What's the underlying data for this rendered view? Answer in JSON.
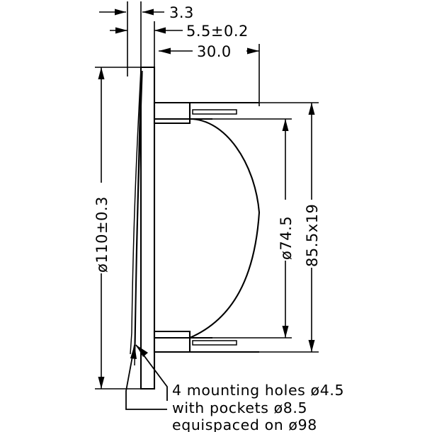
{
  "drawing": {
    "title": "Loudspeaker side section dimensional drawing",
    "background_color": "#ffffff",
    "line_color": "#000000",
    "dimensions": {
      "depth_front_lip": "3.3",
      "flange_thickness": "5.5±0.2",
      "body_depth": "30.0",
      "flange_diameter": "ø110±0.3",
      "cone_diameter": "ø74.5",
      "terminal_span": "85.5x19"
    },
    "notes": {
      "line1": "4 mounting holes ø4.5",
      "line2": "with pockets ø8.5",
      "line3": "equispaced on ø98"
    }
  }
}
